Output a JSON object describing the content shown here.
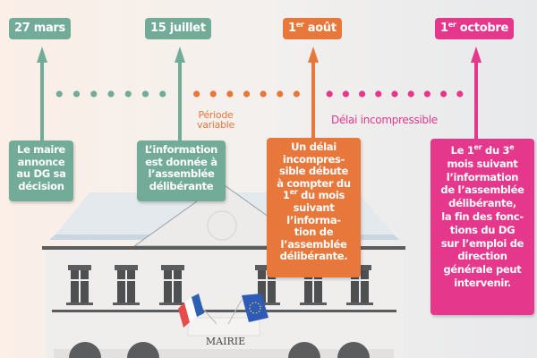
{
  "colors": {
    "green": "#72ab97",
    "orange": "#e8773c",
    "pink": "#e5378c"
  },
  "dates": [
    {
      "num": "27 mars",
      "sup": "",
      "rest": ""
    },
    {
      "num": "15 juillet",
      "sup": "",
      "rest": ""
    },
    {
      "num": "1",
      "sup": "er",
      "rest": " août"
    },
    {
      "num": "1",
      "sup": "er",
      "rest": " octobre"
    }
  ],
  "periods": {
    "variable_line1": "Période",
    "variable_line2": "variable",
    "incompressible": "Délai incompressible"
  },
  "boxes": {
    "maire": [
      "Le maire",
      "annonce",
      "au DG sa",
      "décision"
    ],
    "information": [
      "L’information",
      "est donnée à",
      "l’assemblée",
      "délibérante"
    ],
    "delai": {
      "l1": "Un délai",
      "l2": "incompres-",
      "l3": "sible débute",
      "l4": "à compter du",
      "l5_num": "1",
      "l5_sup": "er",
      "l5_rest": " du mois",
      "l6": "suivant",
      "l7": "l’informa-",
      "l8": "tion de",
      "l9": "l’assemblée",
      "l10": "délibérante."
    },
    "fin": {
      "l1_a": "Le 1",
      "l1_sup1": "er",
      "l1_b": " du 3",
      "l1_sup2": "e",
      "l2": "mois suivant",
      "l3": "l’information",
      "l4": "de l’assemblée",
      "l5": "délibérante,",
      "l6": "la fin des fonc-",
      "l7": "tions du DG",
      "l8": "sur l’emploi de",
      "l9": "direction",
      "l10": "générale peut",
      "l11": "intervenir."
    }
  },
  "building": {
    "sign": "MAIRIE"
  }
}
